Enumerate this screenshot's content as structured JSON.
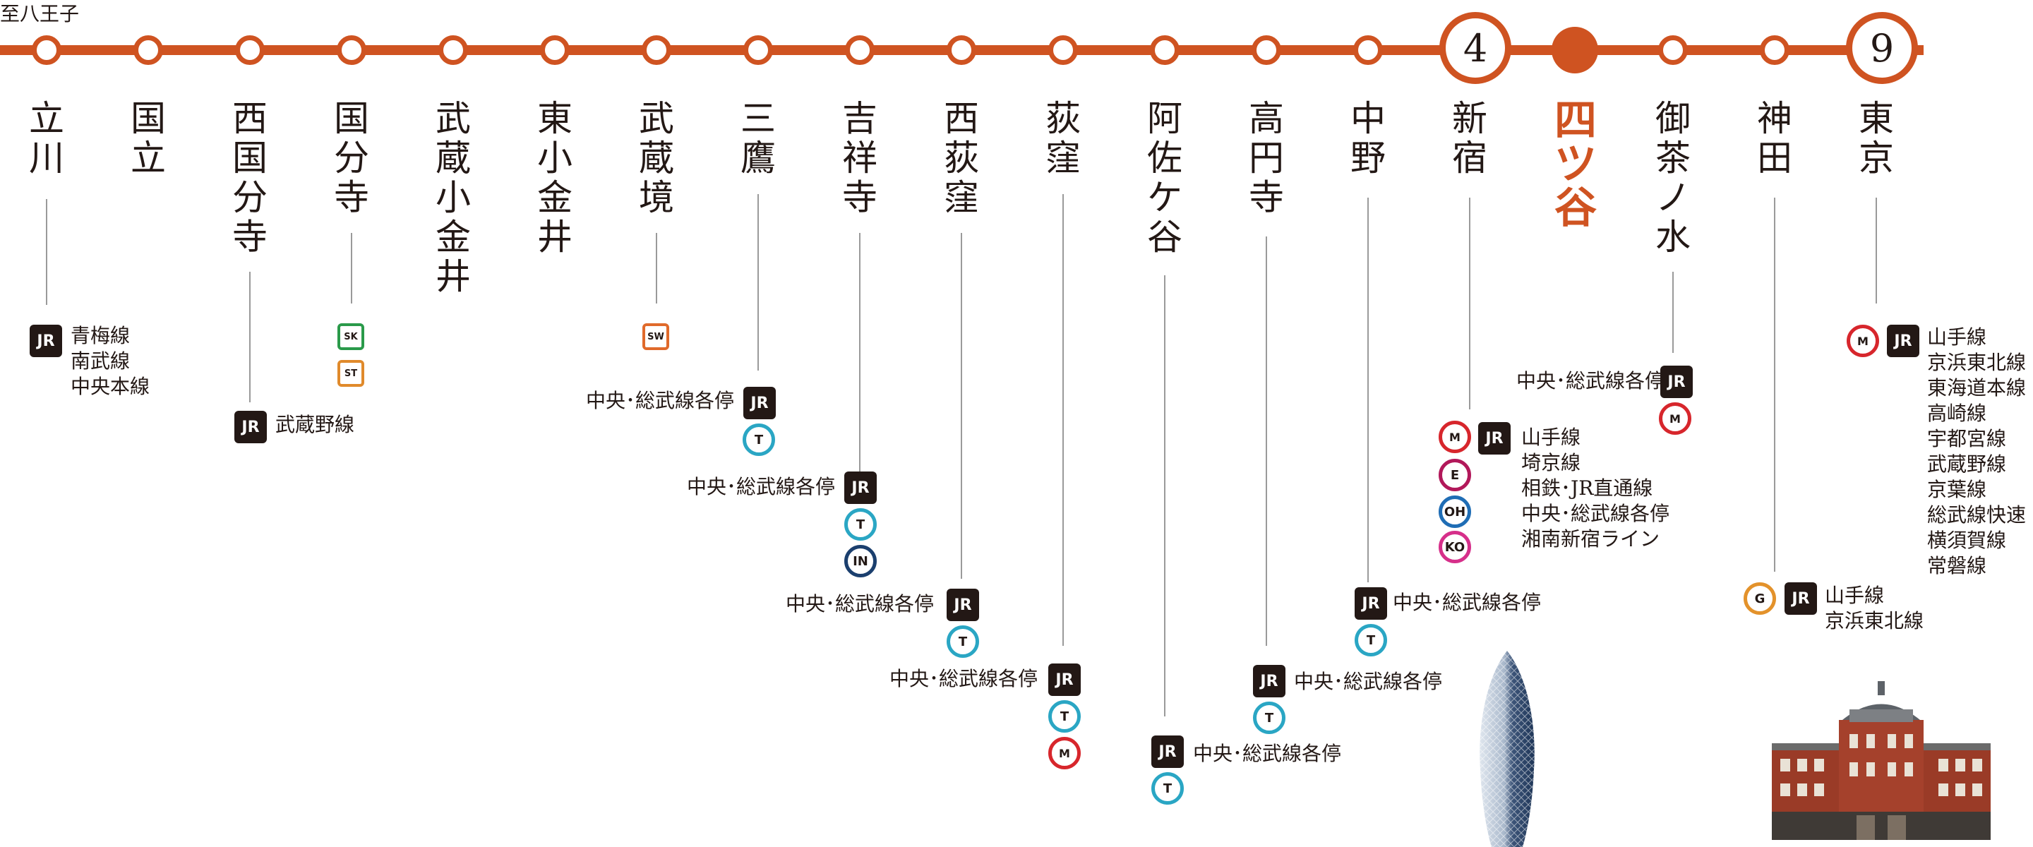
{
  "direction_label": "至八王子",
  "accent_color": "#cf5321",
  "stations": [
    {
      "name": "立川"
    },
    {
      "name": "国立"
    },
    {
      "name": "西国分寺"
    },
    {
      "name": "国分寺"
    },
    {
      "name": "武蔵小金井"
    },
    {
      "name": "東小金井"
    },
    {
      "name": "武蔵境"
    },
    {
      "name": "三鷹"
    },
    {
      "name": "吉祥寺"
    },
    {
      "name": "西荻窪"
    },
    {
      "name": "荻窪"
    },
    {
      "name": "阿佐ケ谷"
    },
    {
      "name": "高円寺"
    },
    {
      "name": "中野"
    },
    {
      "name": "新宿",
      "badge": "4"
    },
    {
      "name": "四ツ谷",
      "current": true
    },
    {
      "name": "御茶ノ水"
    },
    {
      "name": "神田"
    },
    {
      "name": "東京",
      "badge": "9"
    }
  ],
  "transfers": {
    "tachikawa": [
      "青梅線",
      "南武線",
      "中央本線"
    ],
    "nishikokubunji": "武蔵野線",
    "mitaka": "中央･総武線各停",
    "kichijoji": "中央･総武線各停",
    "nishiogikubo": "中央･総武線各停",
    "ogikubo": "中央･総武線各停",
    "asagaya": "中央･総武線各停",
    "koenji": "中央･総武線各停",
    "nakano": "中央･総武線各停",
    "shinjuku": [
      "山手線",
      "埼京線",
      "相鉄･JR直通線",
      "中央･総武線各停",
      "湘南新宿ライン"
    ],
    "ochanomizu": "中央･総武線各停",
    "kanda": [
      "山手線",
      "京浜東北線"
    ],
    "tokyo": [
      "山手線",
      "京浜東北線",
      "東海道本線",
      "高崎線",
      "宇都宮線",
      "武蔵野線",
      "京葉線",
      "総武線快速",
      "横須賀線",
      "常磐線"
    ]
  },
  "logos": {
    "jr": "JR",
    "tozai": "T",
    "metro": "M",
    "inokashira": "IN",
    "oedo": "E",
    "odakyu": "OH",
    "keio": "KO",
    "ginza": "G",
    "seibu_kokubunji": "SK",
    "seibu_tamako": "ST",
    "seibu_tamagawa": "SW"
  }
}
